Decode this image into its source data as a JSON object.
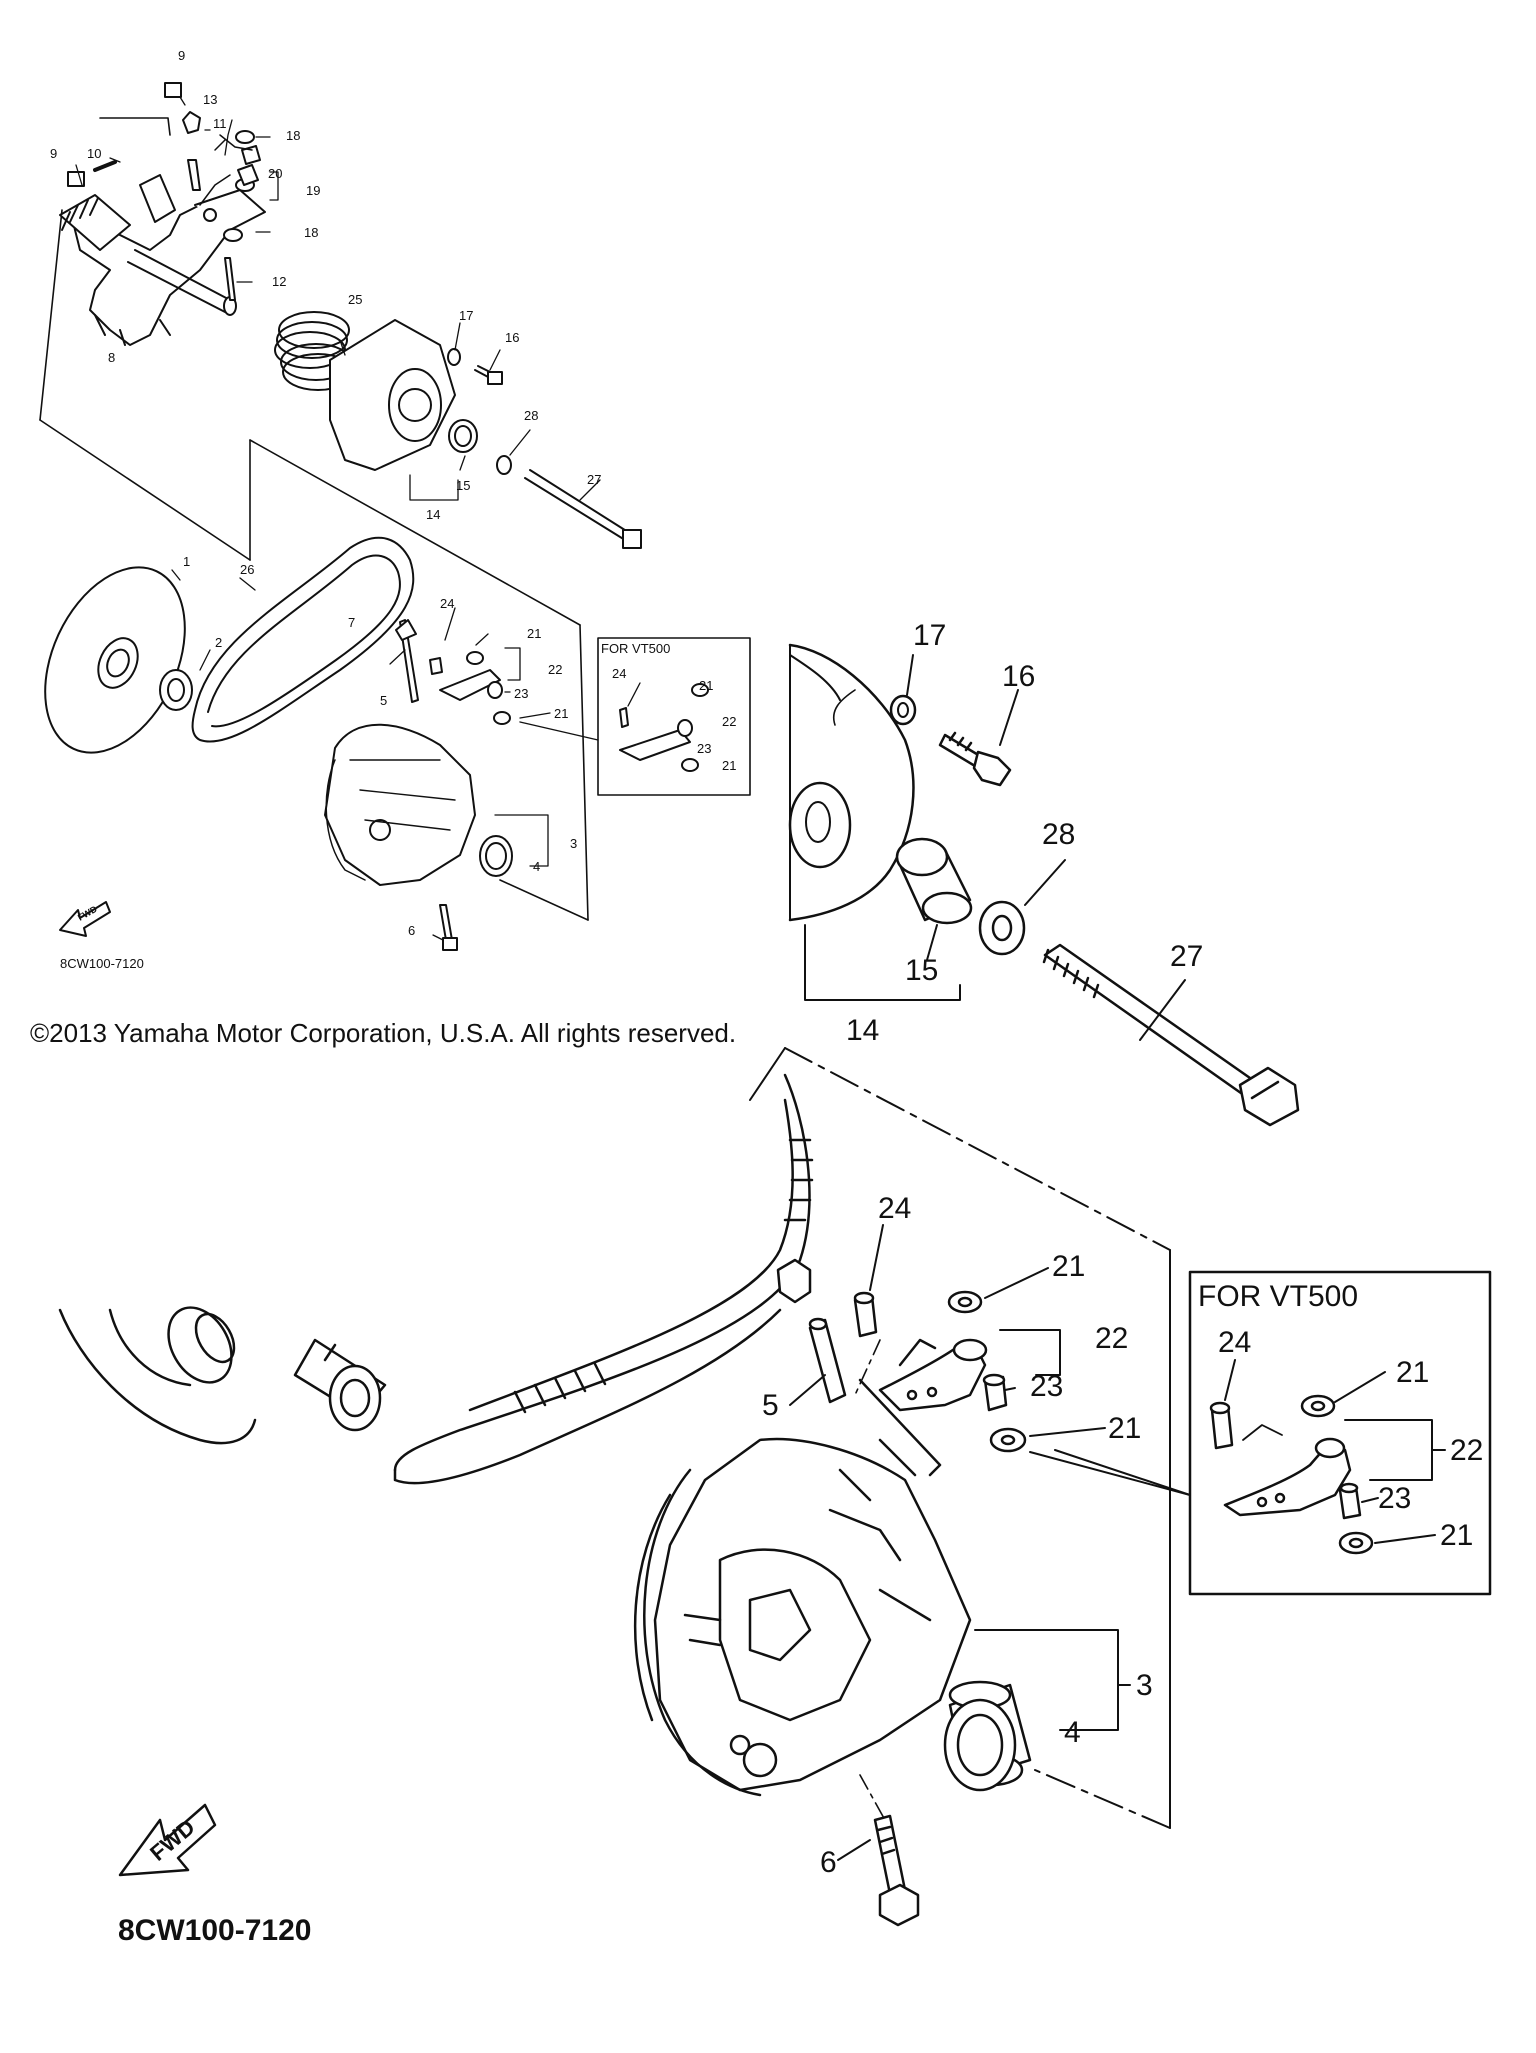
{
  "diagram": {
    "copyright": "©2013 Yamaha Motor Corporation, U.S.A. All rights reserved.",
    "small": {
      "part_code": "8CW100-7120",
      "fwd_label": "FWD",
      "inset_title": "FOR VT500",
      "callouts": {
        "n1": "1",
        "n2": "2",
        "n3": "3",
        "n4": "4",
        "n5": "5",
        "n6": "6",
        "n7": "7",
        "n8": "8",
        "n9a": "9",
        "n9b": "9",
        "n10": "10",
        "n11": "11",
        "n12": "12",
        "n13": "13",
        "n14a": "14",
        "n15a": "15",
        "n16a": "16",
        "n17a": "17",
        "n18a": "18",
        "n18b": "18",
        "n19": "19",
        "n20": "20",
        "n21a": "21",
        "n21b": "21",
        "n22": "22",
        "n23": "23",
        "n24": "24",
        "n25": "25",
        "n26": "26",
        "n27a": "27",
        "n28a": "28",
        "i24": "24",
        "i21a": "21",
        "i22": "22",
        "i23": "23",
        "i21b": "21"
      }
    },
    "large": {
      "part_code": "8CW100-7120",
      "fwd_label": "FWD",
      "inset_title": "FOR VT500",
      "callouts": {
        "n17": "17",
        "n16": "16",
        "n28": "28",
        "n27": "27",
        "n15": "15",
        "n14": "14",
        "n24": "24",
        "n21a": "21",
        "n22": "22",
        "n23": "23",
        "n21b": "21",
        "n5": "5",
        "n3": "3",
        "n4": "4",
        "n6": "6",
        "i24": "24",
        "i21a": "21",
        "i22": "22",
        "i23": "23",
        "i21b": "21"
      }
    }
  }
}
